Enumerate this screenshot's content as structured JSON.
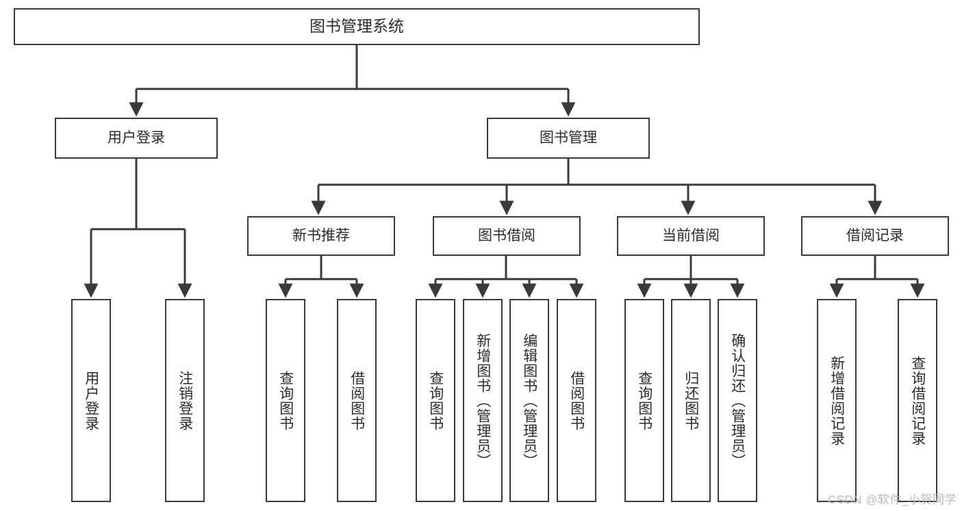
{
  "diagram": {
    "type": "tree-hierarchy",
    "title": "图书管理系统",
    "watermark": "CSDN @软件_小贺同学",
    "colors": {
      "border": "#3a3a3a",
      "text": "#2b2b2b",
      "background": "#ffffff",
      "watermark": "#b9b9b9"
    },
    "nodes": {
      "root": {
        "label": "图书管理系统"
      },
      "level2": [
        {
          "id": "user-login",
          "label": "用户登录"
        },
        {
          "id": "book-manage",
          "label": "图书管理"
        }
      ],
      "level3": [
        {
          "id": "new-book-recommend",
          "label": "新书推荐"
        },
        {
          "id": "book-borrow",
          "label": "图书借阅"
        },
        {
          "id": "current-borrow",
          "label": "当前借阅"
        },
        {
          "id": "borrow-record",
          "label": "借阅记录"
        }
      ],
      "leaves": [
        {
          "id": "leaf-user-login",
          "label": "用户登录",
          "parent": "user-login"
        },
        {
          "id": "leaf-logout",
          "label": "注销登录",
          "parent": "user-login"
        },
        {
          "id": "leaf-query-book-1",
          "label": "查询图书",
          "parent": "new-book-recommend"
        },
        {
          "id": "leaf-borrow-book-1",
          "label": "借阅图书",
          "parent": "new-book-recommend"
        },
        {
          "id": "leaf-query-book-2",
          "label": "查询图书",
          "parent": "book-borrow"
        },
        {
          "id": "leaf-add-book",
          "label": "新增图书（管理员）",
          "parent": "book-borrow"
        },
        {
          "id": "leaf-edit-book",
          "label": "编辑图书（管理员）",
          "parent": "book-borrow"
        },
        {
          "id": "leaf-borrow-book-2",
          "label": "借阅图书",
          "parent": "book-borrow"
        },
        {
          "id": "leaf-query-book-3",
          "label": "查询图书",
          "parent": "current-borrow"
        },
        {
          "id": "leaf-return-book",
          "label": "归还图书",
          "parent": "current-borrow"
        },
        {
          "id": "leaf-confirm-return",
          "label": "确认归还（管理员）",
          "parent": "current-borrow"
        },
        {
          "id": "leaf-add-record",
          "label": "新增借阅记录",
          "parent": "borrow-record"
        },
        {
          "id": "leaf-query-record",
          "label": "查询借阅记录",
          "parent": "borrow-record"
        }
      ]
    }
  }
}
